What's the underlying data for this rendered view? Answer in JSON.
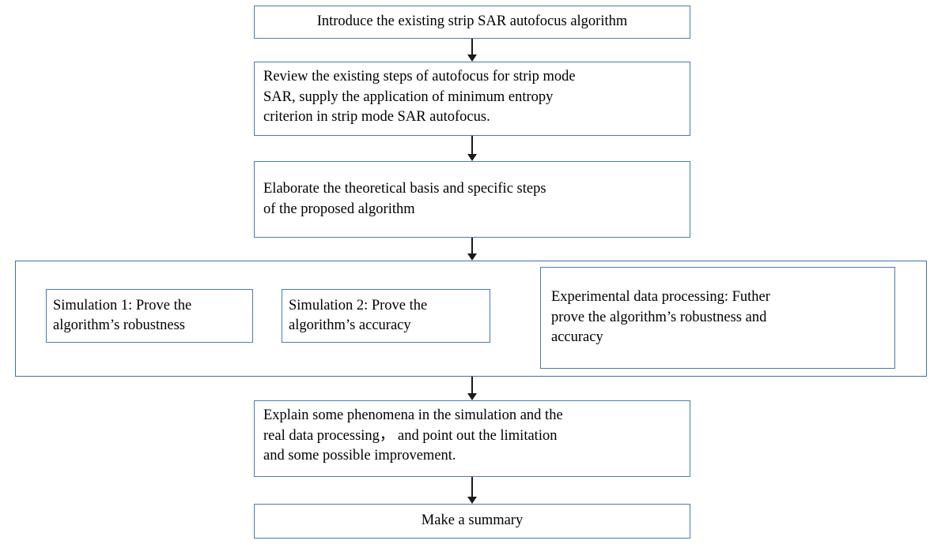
{
  "diagram": {
    "title": "Strip SAR autofocus paper structure flowchart",
    "accent_color": "#4a7ab0",
    "arrow_color": "#1a1a1a",
    "background": "#ffffff",
    "nodes": {
      "introduce": "Introduce the existing strip SAR autofocus algorithm",
      "review": "Review the existing steps of autofocus for strip mode\nSAR, supply the application of minimum entropy\ncriterion in strip mode SAR autofocus.",
      "elaborate": "Elaborate the theoretical basis and specific steps\nof the proposed algorithm",
      "simulation1": "Simulation 1: Prove the\nalgorithm’s robustness",
      "simulation2": "Simulation 2: Prove the\nalgorithm’s accuracy",
      "experimental": "Experimental data processing: Futher\nprove the algorithm’s robustness and\naccuracy",
      "explain": "Explain some phenomena in the simulation and the\nreal data processing， and point out the limitation\nand some possible improvement.",
      "summary": "Make a summary"
    },
    "connectors": [
      {
        "from": "introduce",
        "to": "review"
      },
      {
        "from": "review",
        "to": "elaborate"
      },
      {
        "from": "elaborate",
        "to": "validation-group"
      },
      {
        "from": "validation-group",
        "to": "explain"
      },
      {
        "from": "explain",
        "to": "summary"
      }
    ]
  }
}
